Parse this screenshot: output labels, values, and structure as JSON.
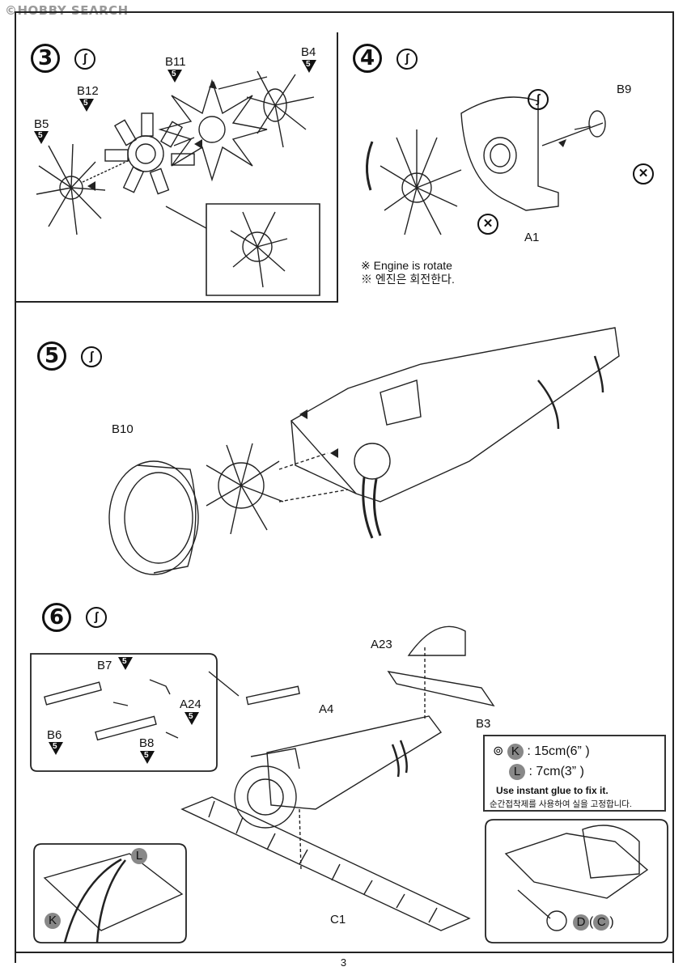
{
  "watermark": "©HOBBY SEARCH",
  "page_number": "3",
  "steps": {
    "step3": {
      "number": "3",
      "parts": [
        "B11",
        "B4",
        "B12",
        "B5"
      ],
      "decal_num": "5"
    },
    "step4": {
      "number": "4",
      "parts": [
        "B9",
        "A1"
      ],
      "note_en": "※ Engine is rotate",
      "note_ko": "※ 엔진은 회전한다."
    },
    "step5": {
      "number": "5",
      "parts": [
        "B10"
      ]
    },
    "step6": {
      "number": "6",
      "parts": [
        "B7",
        "A24",
        "B6",
        "B8",
        "A4",
        "A23",
        "B3",
        "C1"
      ],
      "decal_num": "5"
    }
  },
  "rigging_info": {
    "k_label": "K",
    "k_length": ": 15cm(6” )",
    "l_label": "L",
    "l_length": ": 7cm(3” )",
    "instruction_en": "Use instant glue to fix it.",
    "instruction_ko": "순간접착제를 사용하여 실을 고정합니다."
  },
  "detail_left": {
    "k": "K",
    "l": "L"
  },
  "detail_right": {
    "d": "D",
    "c": "C",
    "paren_open": "(",
    "paren_close": ")"
  }
}
